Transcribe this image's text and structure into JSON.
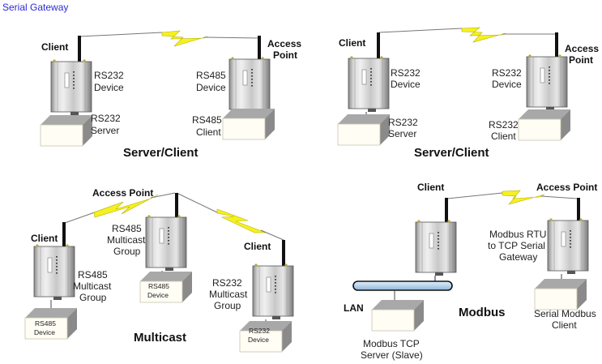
{
  "page_title": "Serial Gateway",
  "panels": [
    {
      "name": "Server/Client",
      "caption": "Server/Client",
      "client_label": "Client",
      "ap_label": [
        "Access",
        "Point"
      ],
      "left_device": [
        "RS232",
        "Device"
      ],
      "left_host": [
        "RS232",
        "Server"
      ],
      "right_device": [
        "RS485",
        "Device"
      ],
      "right_host": [
        "RS485",
        "Client"
      ]
    },
    {
      "name": "Server/Client",
      "caption": "Server/Client",
      "client_label": "Client",
      "ap_label": [
        "Access",
        "Point"
      ],
      "left_device": [
        "RS232",
        "Device"
      ],
      "left_host": [
        "RS232",
        "Server"
      ],
      "right_device": [
        "RS232",
        "Device"
      ],
      "right_host": [
        "RS232",
        "Client"
      ]
    },
    {
      "name": "Multicast",
      "caption": "Multicast",
      "ap_label": "Access Point",
      "left_client_label": "Client",
      "right_client_label": "Client",
      "center_group": [
        "RS485",
        "Multicast",
        "Group"
      ],
      "center_box": [
        "RS485",
        "Device"
      ],
      "left_group": [
        "RS485",
        "Multicast",
        "Group"
      ],
      "left_box": [
        "RS485",
        "Device"
      ],
      "right_group": [
        "RS232",
        "Multicast",
        "Group"
      ],
      "right_box": [
        "RS232",
        "Device"
      ]
    },
    {
      "name": "Modbus",
      "caption": "Modbus",
      "client_label": "Client",
      "ap_label": "Access Point",
      "lan_label": "LAN",
      "gateway_label": [
        "Modbus RTU",
        "to TCP Serial",
        "Gateway"
      ],
      "server_label": [
        "Modbus TCP",
        "Server (Slave)"
      ],
      "serial_client_label": [
        "Serial Modbus",
        "Client"
      ]
    }
  ],
  "colors": {
    "title": "#2b2bd6",
    "lightning": "#f5f11e",
    "lightning_edge": "#b8b000",
    "lan_bus": "#b8d4ec"
  }
}
